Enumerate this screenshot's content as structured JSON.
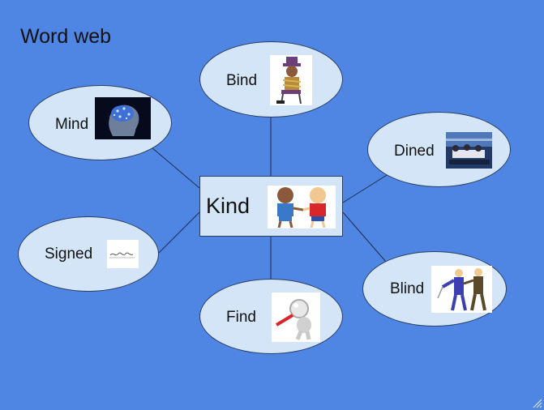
{
  "title": "Word web",
  "center": {
    "label": "Kind",
    "icon": "two-kids-shaking-hands-icon"
  },
  "nodes": [
    {
      "id": "bind",
      "label": "Bind",
      "icon": "tied-up-man-icon"
    },
    {
      "id": "mind",
      "label": "Mind",
      "icon": "brain-head-icon"
    },
    {
      "id": "dined",
      "label": "Dined",
      "icon": "dining-table-icon"
    },
    {
      "id": "signed",
      "label": "Signed",
      "icon": "signature-icon"
    },
    {
      "id": "blind",
      "label": "Blind",
      "icon": "blind-men-icon"
    },
    {
      "id": "find",
      "label": "Find",
      "icon": "magnifying-glass-man-icon"
    }
  ],
  "colors": {
    "background": "#4f86e3",
    "node_fill": "#d3e5f6",
    "node_border": "#2b3f66",
    "connector": "#1f2d4a"
  }
}
